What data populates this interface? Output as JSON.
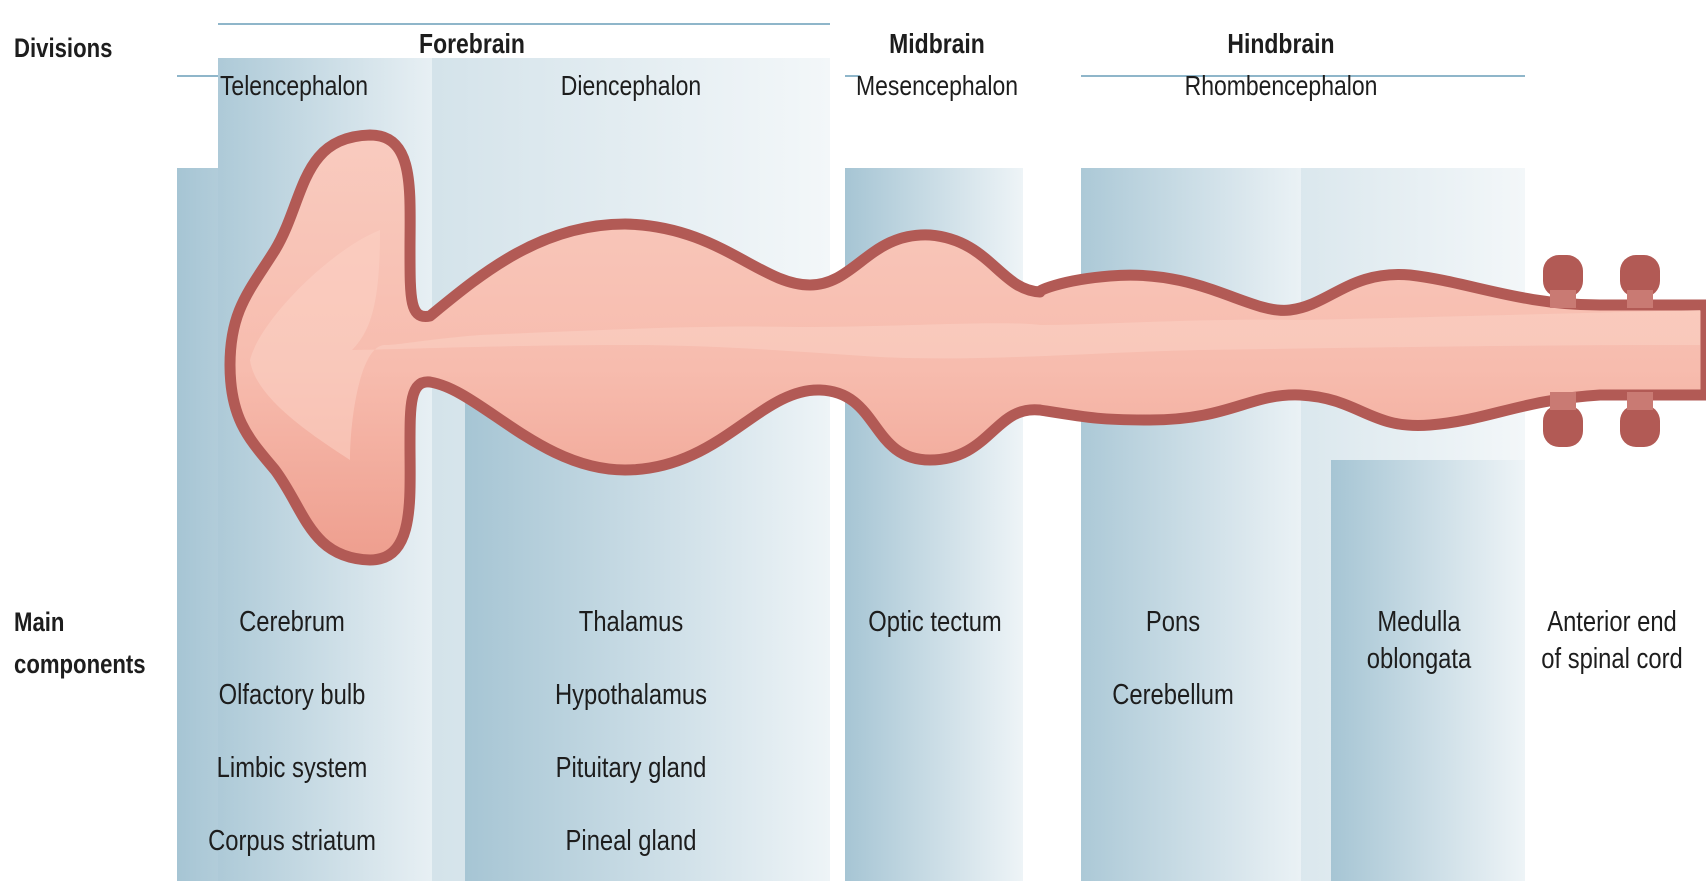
{
  "row_labels": {
    "divisions": "Divisions",
    "main_components_line1": "Main",
    "main_components_line2": "components"
  },
  "divisions": {
    "forebrain": "Forebrain",
    "midbrain": "Midbrain",
    "hindbrain": "Hindbrain"
  },
  "subdivisions": {
    "telencephalon": "Telencephalon",
    "diencephalon": "Diencephalon",
    "mesencephalon": "Mesencephalon",
    "rhombencephalon": "Rhombencephalon"
  },
  "components": {
    "telencephalon": [
      "Cerebrum",
      "Olfactory bulb",
      "Limbic system",
      "Corpus striatum"
    ],
    "diencephalon": [
      "Thalamus",
      "Hypothalamus",
      "Pituitary gland",
      "Pineal gland"
    ],
    "mesencephalon": [
      "Optic tectum"
    ],
    "pons": [
      "Pons",
      "Cerebellum"
    ],
    "medulla": [
      "Medulla",
      "oblongata"
    ],
    "spinal_cord": [
      "Anterior end",
      "of spinal cord"
    ]
  },
  "colors": {
    "column_blue_dark": "#a9c7d6",
    "column_blue_light": "#eef4f7",
    "tube_fill": "#f8c2b5",
    "tube_shadow": "#efa394",
    "tube_outline": "#b25a55",
    "rule_blue": "#8fb6ca"
  }
}
